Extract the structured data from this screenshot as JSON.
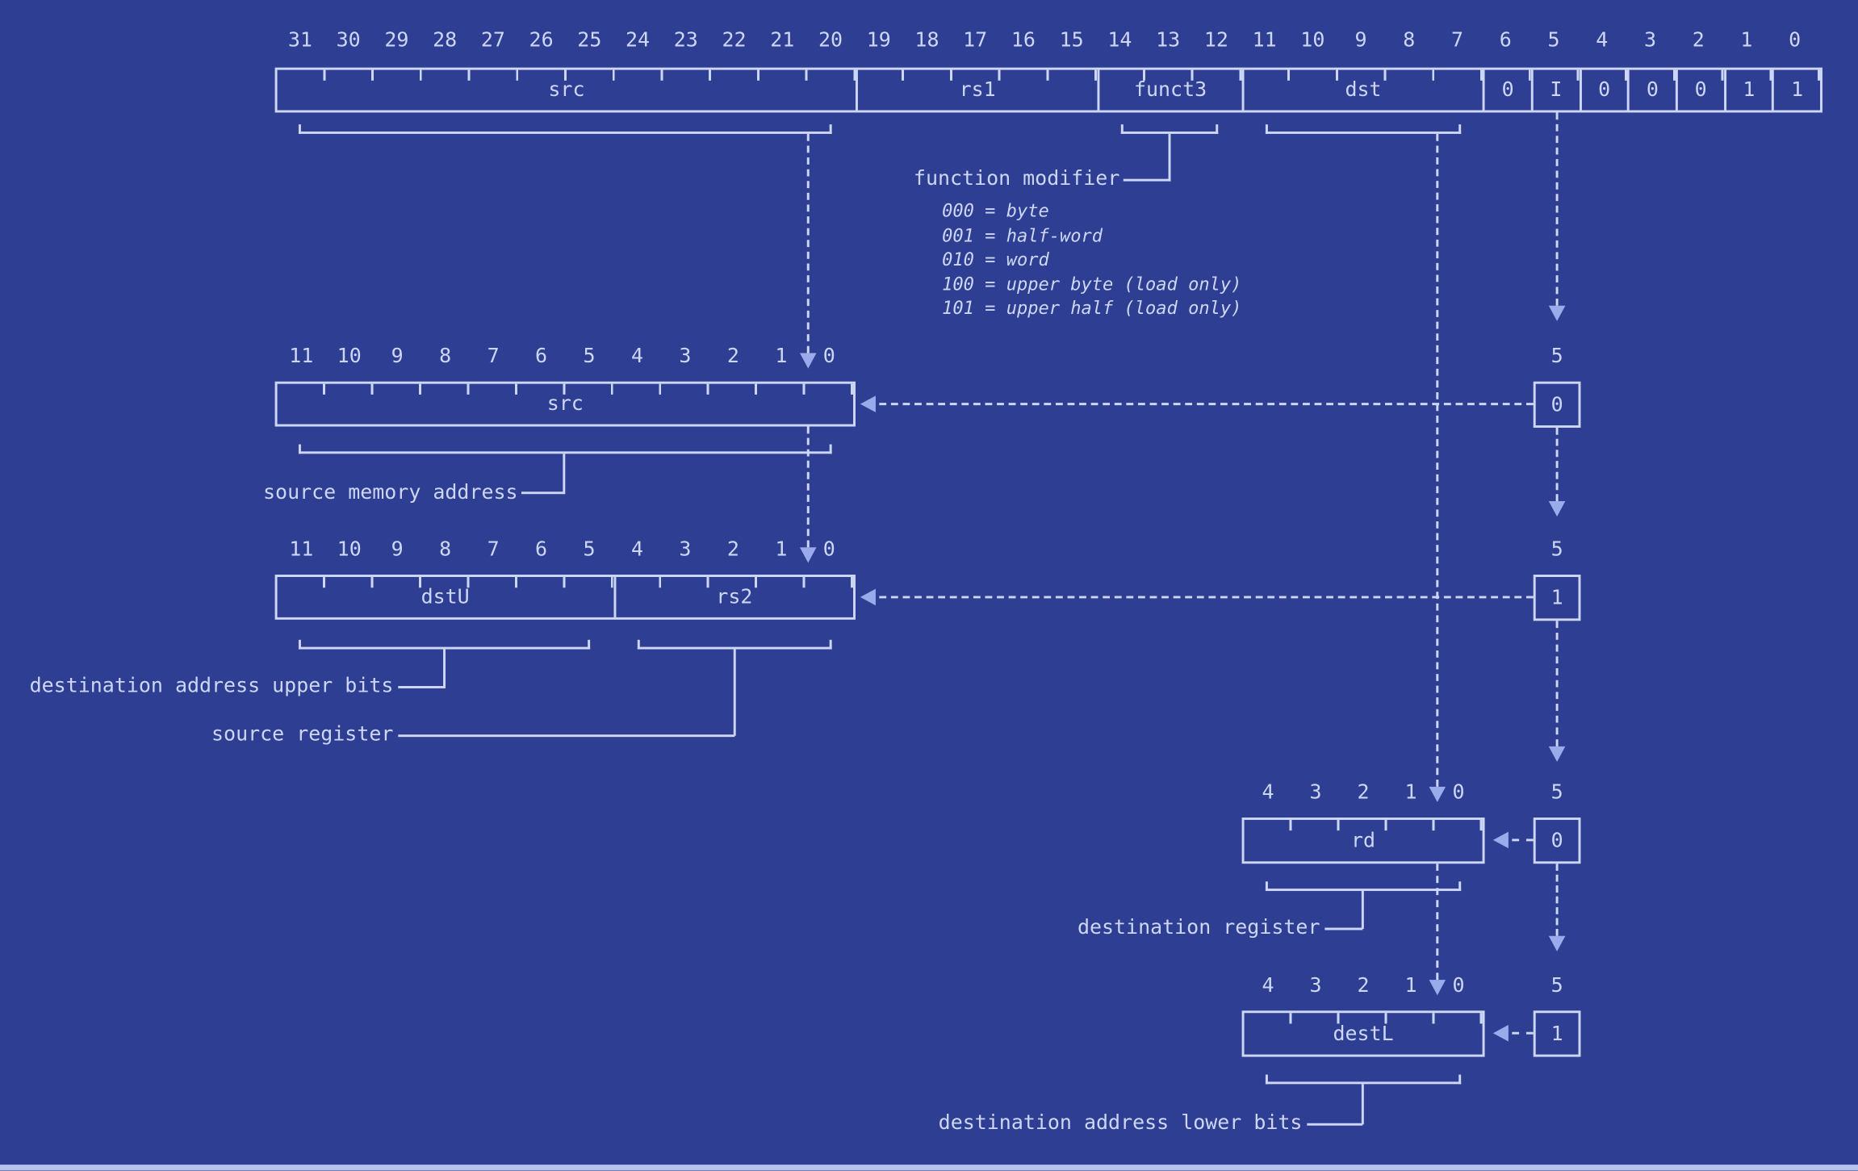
{
  "colors": {
    "background": "#2e3e92",
    "line": "#cdd7f5",
    "arrow": "#9aabec",
    "edge_strip": "#b7c3ef"
  },
  "instruction_register": {
    "bit_numbers": [
      "31",
      "30",
      "29",
      "28",
      "27",
      "26",
      "25",
      "24",
      "23",
      "22",
      "21",
      "20",
      "19",
      "18",
      "17",
      "16",
      "15",
      "14",
      "13",
      "12",
      "11",
      "10",
      "9",
      "8",
      "7",
      "6",
      "5",
      "4",
      "3",
      "2",
      "1",
      "0"
    ],
    "fields": {
      "src": "src",
      "rs1": "rs1",
      "funct3": "funct3",
      "dst": "dst"
    },
    "opcode_bits": [
      "0",
      "I",
      "0",
      "0",
      "0",
      "1",
      "1"
    ]
  },
  "funct3_annotation": {
    "title": "function modifier",
    "options": [
      "000 = byte",
      "001 = half-word",
      "010 = word",
      "100 = upper byte (load only)",
      "101 = upper half (load only)"
    ]
  },
  "ibit_column": {
    "bit_label": "5",
    "values": [
      "0",
      "1",
      "0",
      "1"
    ]
  },
  "src_register": {
    "bit_numbers": [
      "11",
      "10",
      "9",
      "8",
      "7",
      "6",
      "5",
      "4",
      "3",
      "2",
      "1",
      "0"
    ],
    "label": "src",
    "caption": "source memory address"
  },
  "dst_upper_register": {
    "bit_numbers": [
      "11",
      "10",
      "9",
      "8",
      "7",
      "6",
      "5",
      "4",
      "3",
      "2",
      "1",
      "0"
    ],
    "fields": {
      "dstU": "dstU",
      "rs2": "rs2"
    },
    "caption_dstU": "destination address upper bits",
    "caption_rs2": "source register"
  },
  "rd_register": {
    "bit_numbers": [
      "4",
      "3",
      "2",
      "1",
      "0"
    ],
    "label": "rd",
    "caption": "destination register"
  },
  "destl_register": {
    "bit_numbers": [
      "4",
      "3",
      "2",
      "1",
      "0"
    ],
    "label": "destL",
    "caption": "destination address lower bits"
  }
}
